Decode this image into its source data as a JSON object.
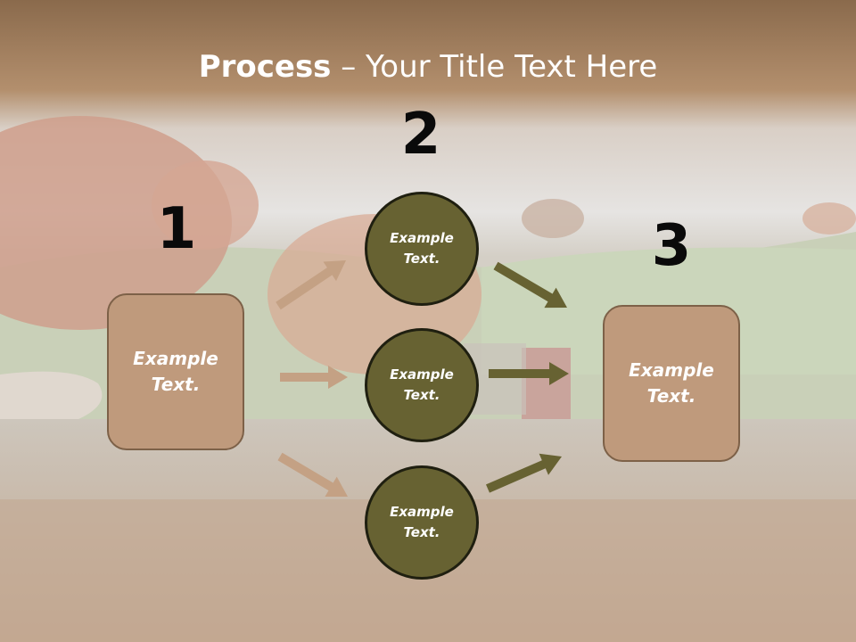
{
  "slide": {
    "title_bold": "Process",
    "title_rest": " – Your Title Text Here"
  },
  "steps": [
    {
      "number": "1",
      "box_text": "Example\nText."
    },
    {
      "number": "2",
      "circles": [
        "Example\nText.",
        "Example\nText.",
        "Example\nText."
      ]
    },
    {
      "number": "3",
      "box_text": "Example\nText."
    }
  ],
  "colors": {
    "box_fill": "#bf9a7c",
    "circle_fill": "#676232",
    "arrow_tan": "#c4a184",
    "arrow_olive": "#676232",
    "header_band": "#a88664"
  }
}
